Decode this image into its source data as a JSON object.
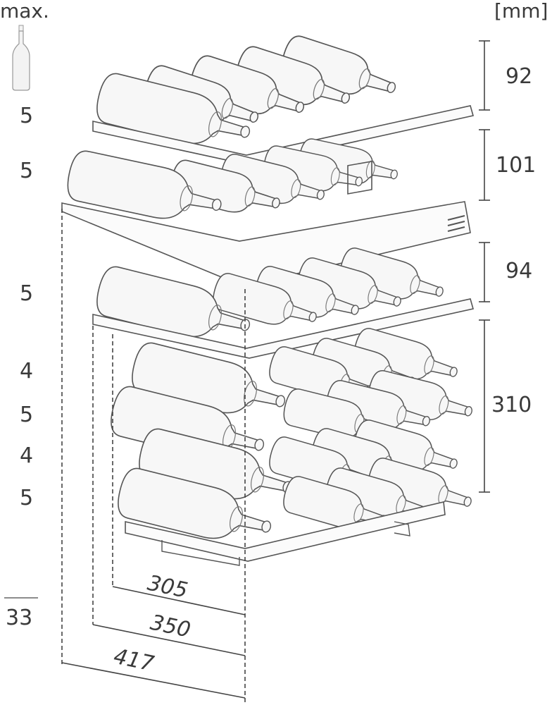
{
  "header": {
    "max_label": "max.",
    "unit_label": "[mm]"
  },
  "bottle_counts": [
    "5",
    "5",
    "5",
    "4",
    "5",
    "4",
    "5"
  ],
  "total_count": "33",
  "heights": [
    "92",
    "101",
    "94",
    "310"
  ],
  "depths": [
    "305",
    "350",
    "417"
  ],
  "colors": {
    "line": "#4a4a4a",
    "bottle_fill": "#f7f7f7",
    "text": "#3a3a3a"
  },
  "icons": {
    "bottle": "wine-bottle-icon"
  }
}
